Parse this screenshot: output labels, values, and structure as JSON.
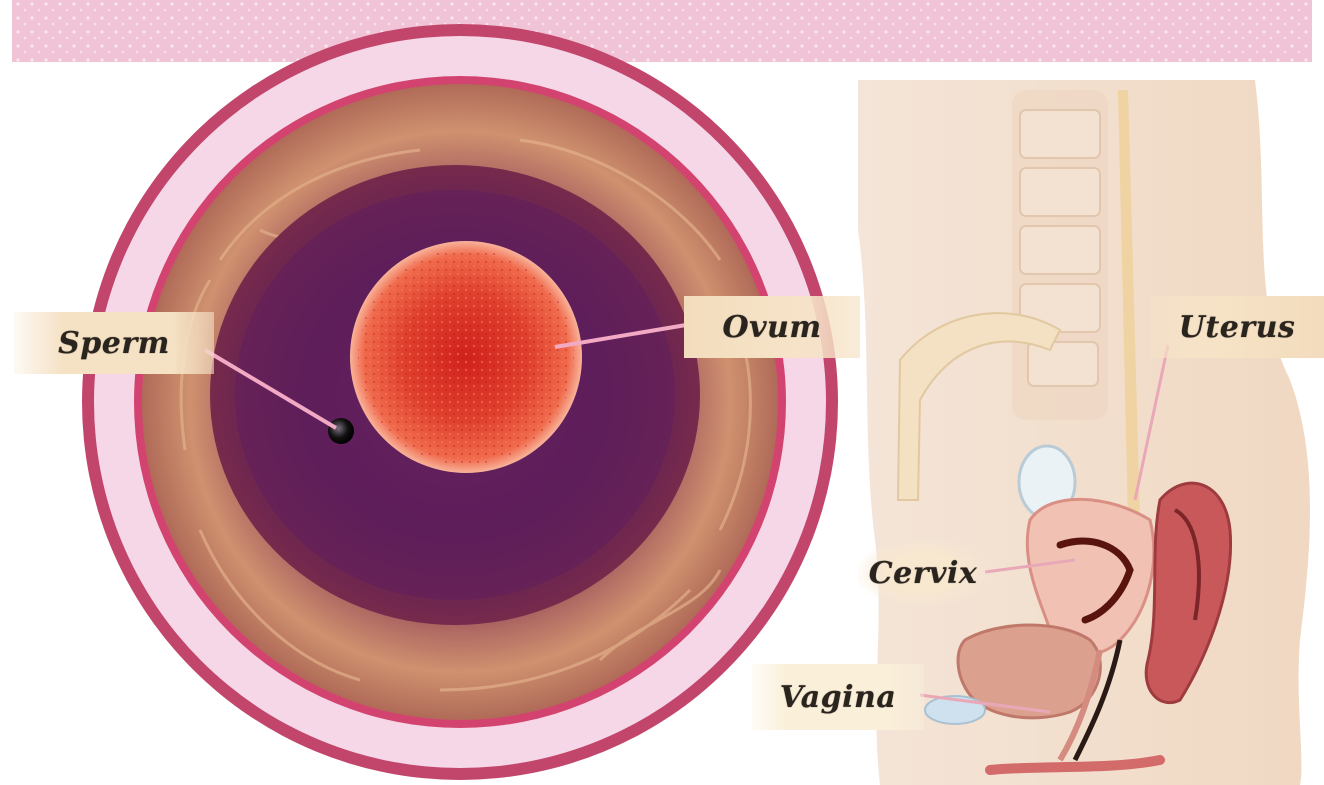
{
  "labels": {
    "sperm": "Sperm",
    "ovum": "Ovum",
    "uterus": "Uterus",
    "cervix": "Cervix",
    "vagina": "Vagina"
  },
  "colors": {
    "banner_pink": "#f2c6d8",
    "ring_outer": "#c2456b",
    "ring_inner": "#f6d7e8",
    "tissue": "#c98768",
    "cavity": "#5e1e58",
    "ovum": "#e0402e",
    "label_bg": "#f5e1c4",
    "skin": "#f3dcc6"
  }
}
